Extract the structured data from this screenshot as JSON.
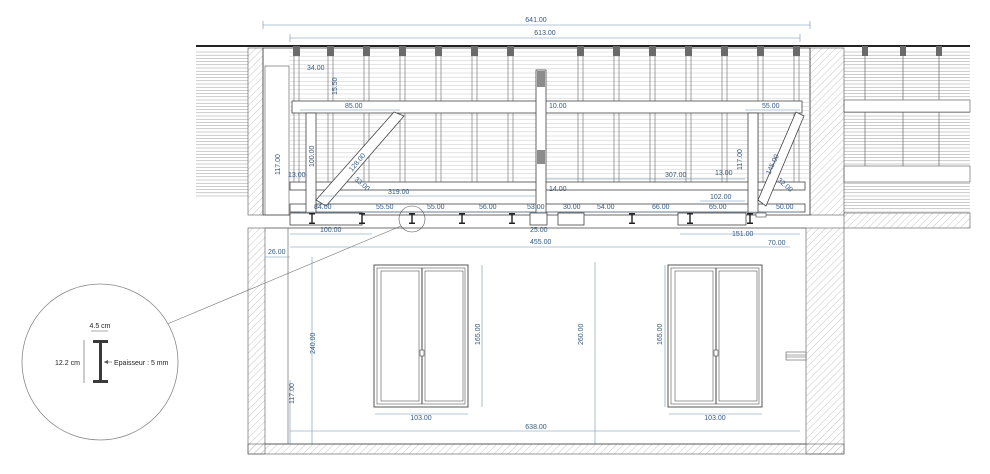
{
  "colors": {
    "line": "#3a3a3a",
    "dimension": "#6f8fb0",
    "dimension_text": "#355a80",
    "hatch": "#b9b9b9",
    "beam_fill": "#8c8c8c"
  },
  "top_dims": {
    "overall": "641.00",
    "inner": "613.00"
  },
  "roof_dims": {
    "rafter_spacing": "34.00",
    "purlin_height": "15.50",
    "left_brace_span": "85.00",
    "center_post": "10.00",
    "right_brace_span": "55.00",
    "left_height": "117.00",
    "left_post_height": "100.00",
    "left_offset": "13.00",
    "left_brace_len": "128.00",
    "left_brace_leg": "33.00",
    "tie_beam_left": "319.00",
    "center_drop": "14.00",
    "tie_beam_right": "307.00",
    "right_offset": "13.00",
    "right_post_height": "117.00",
    "right_brace_len": "145.00",
    "right_brace_leg": "32.00",
    "right_gap": "102.00"
  },
  "beam_row_dims": [
    "84.00",
    "55.50",
    "55.00",
    "56.00",
    "53.00",
    "30.00",
    "54.00",
    "66.00",
    "65.00",
    "50.00"
  ],
  "floor_dims": {
    "left_segment": "100.00",
    "center_segment": "25.00",
    "right_segment": "151.00",
    "span": "455.00",
    "right_extension": "70.00"
  },
  "room_dims": {
    "corner_left": "26.00",
    "wall_height": "240.00",
    "sill_height": "117.00",
    "room_height": "260.00",
    "window_left_height": "165.00",
    "window_right_height": "165.00",
    "window_left_width": "103.00",
    "window_right_width": "103.00",
    "room_width": "638.00"
  },
  "detail": {
    "flange_width": "4.5 cm",
    "section_height": "12.2 cm",
    "thickness_label": "Epaisseur : 5 mm"
  }
}
